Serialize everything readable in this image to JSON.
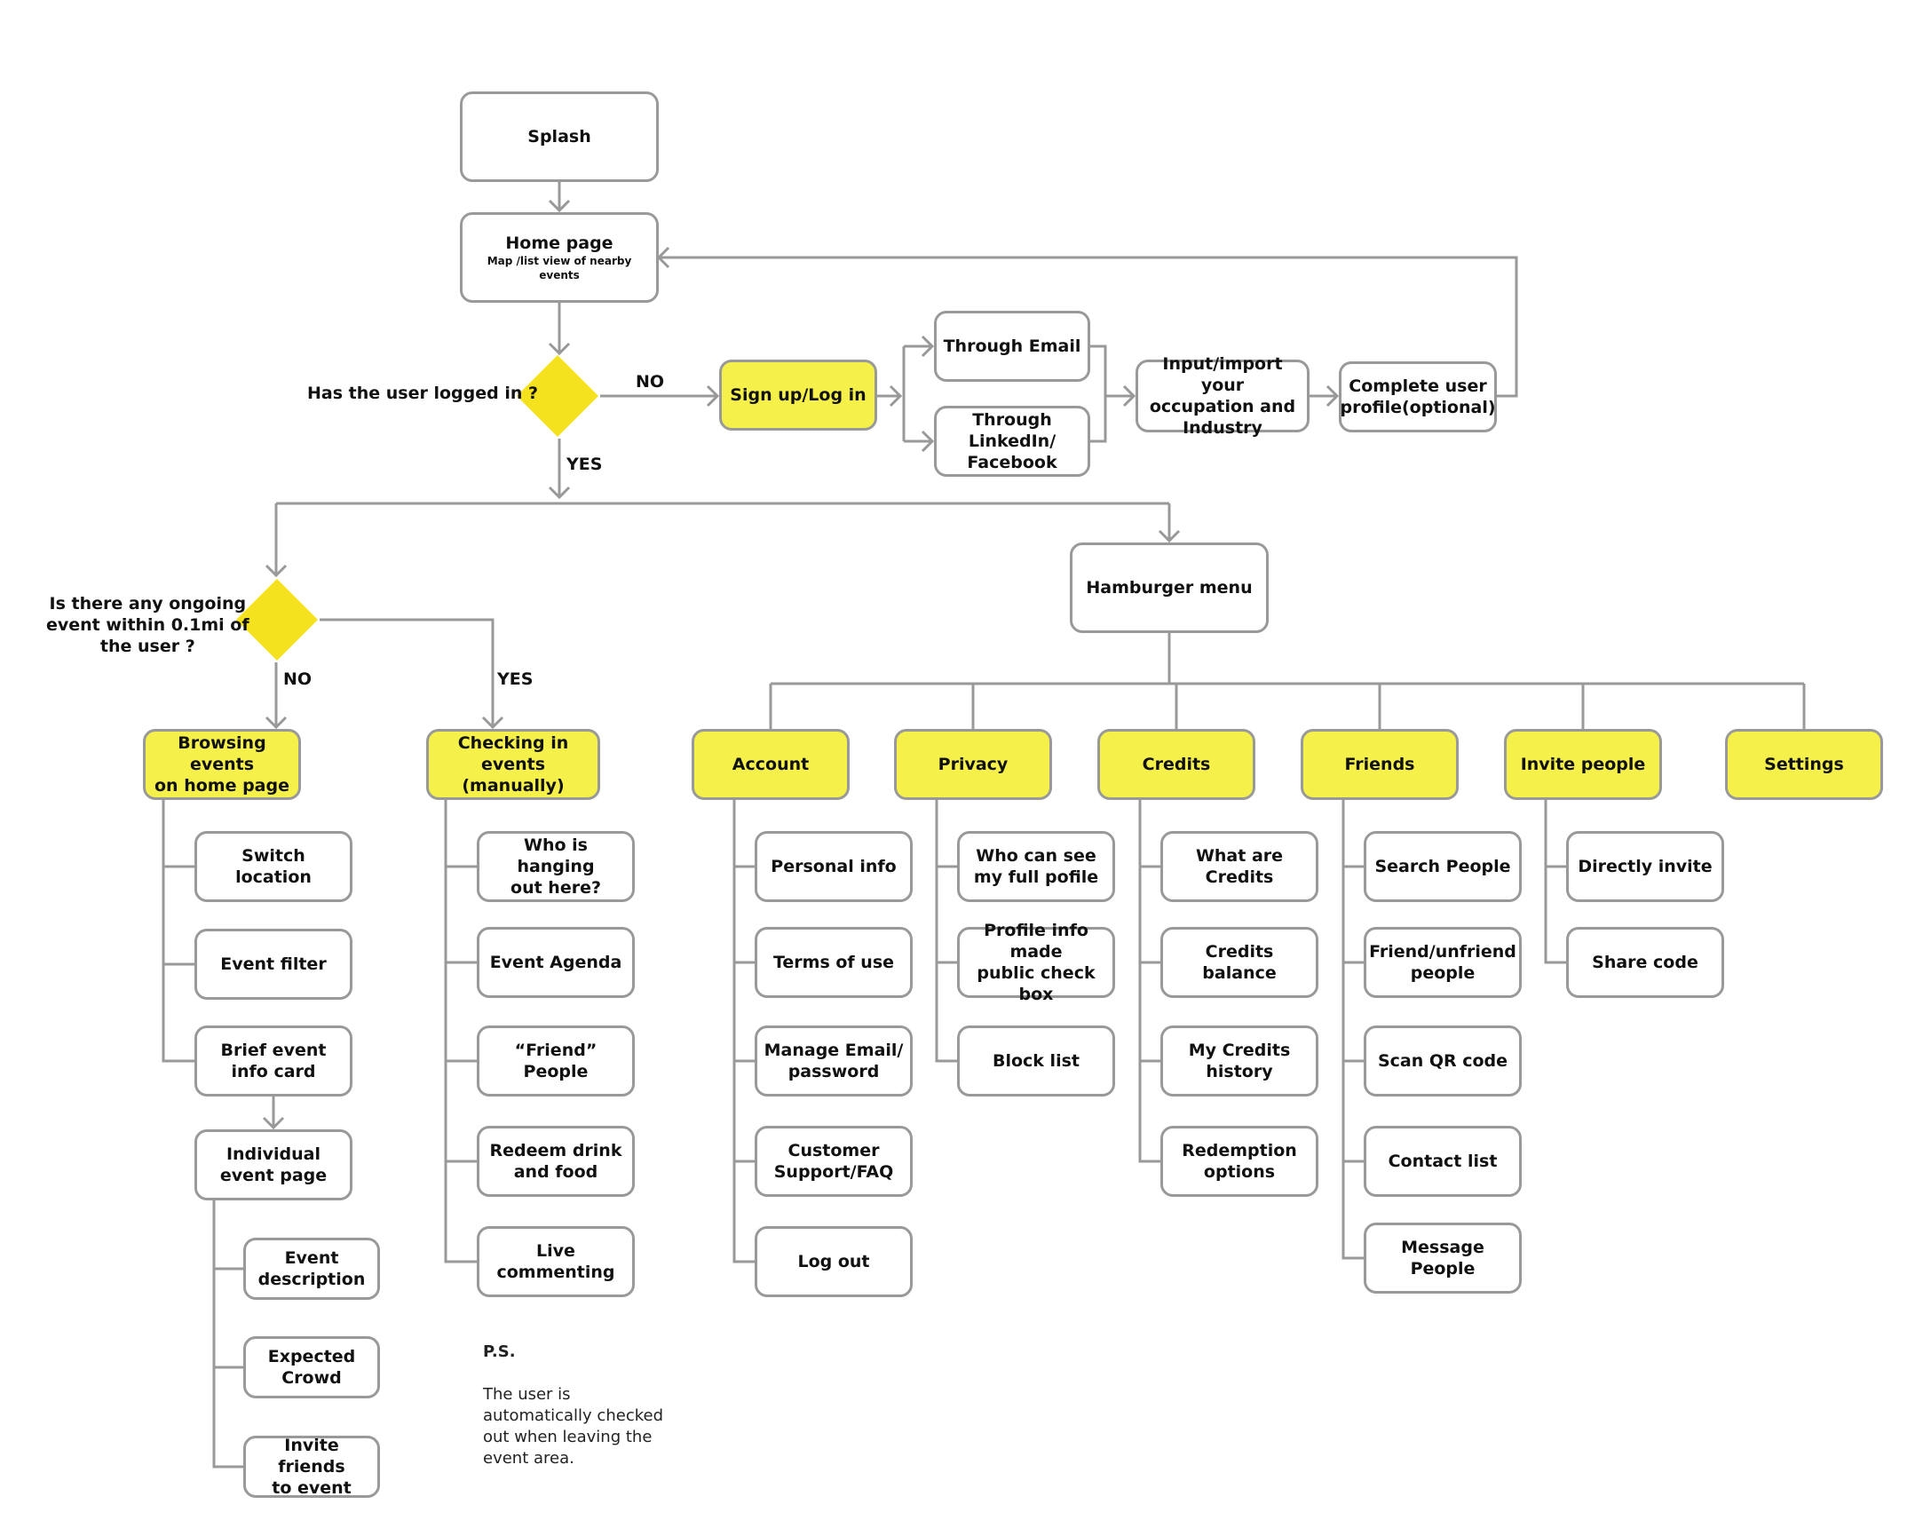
{
  "colors": {
    "highlight": "#f5f14a",
    "decision": "#f5e21f",
    "line": "#999999",
    "text": "#111111"
  },
  "nodes": {
    "splash": "Splash",
    "home_title": "Home page",
    "home_sub": "Map /list view of nearby events",
    "signup": "Sign up/Log in",
    "email": "Through Email",
    "linkedin": "Through\nLinkedIn/\nFacebook",
    "input_occ": "Input/import your\noccupation and\nIndustry",
    "complete_profile": "Complete user\nprofile(optional)",
    "hamburger": "Hamburger menu",
    "browsing": "Browsing events\non home page",
    "checking": "Checking in events\n(manually)",
    "switch_loc": "Switch\nlocation",
    "event_filter": "Event filter",
    "brief_card": "Brief event\ninfo card",
    "individual": "Individual\nevent page",
    "event_desc": "Event\ndescription",
    "expected": "Expected\nCrowd",
    "invite_friends": "Invite friends\nto event",
    "who_hanging": "Who is hanging\nout here?",
    "agenda": "Event Agenda",
    "friend_people": "“Friend”\nPeople",
    "redeem": "Redeem drink\nand food",
    "live": "Live\ncommenting",
    "account": "Account",
    "privacy": "Privacy",
    "credits": "Credits",
    "friends": "Friends",
    "invite_people": "Invite people",
    "settings": "Settings",
    "personal": "Personal info",
    "terms": "Terms of use",
    "manage": "Manage Email/\npassword",
    "support": "Customer\nSupport/FAQ",
    "logout": "Log out",
    "who_see": "Who can see\nmy full pofile",
    "profile_public": "Profile info made\npublic check box",
    "block": "Block list",
    "what_credits": "What are Credits",
    "balance": "Credits\nbalance",
    "history": "My Credits\nhistory",
    "redemption": "Redemption\noptions",
    "search_people": "Search People",
    "friend_unfriend": "Friend/unfriend\npeople",
    "scan_qr": "Scan QR code",
    "contact": "Contact list",
    "message": "Message People",
    "directly": "Directly invite",
    "share": "Share code"
  },
  "labels": {
    "q_logged": "Has the user logged in ?",
    "q_event": "Is there any ongoing\nevent within 0.1mi of\nthe user ?",
    "no1": "NO",
    "yes1": "YES",
    "no2": "NO",
    "yes2": "YES",
    "ps_title": "P.S.",
    "ps_body": "The user is\nautomatically checked\nout when leaving the\nevent area."
  }
}
